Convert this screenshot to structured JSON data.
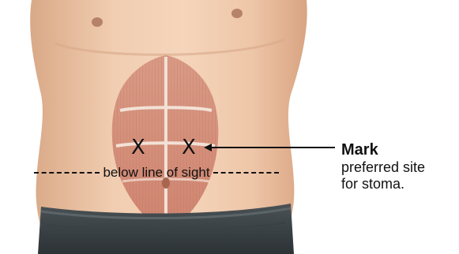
{
  "markers": {
    "left": "X",
    "right": "X"
  },
  "sight_line": {
    "label": "below line of sight"
  },
  "callout": {
    "title": "Mark",
    "line1": "preferred site",
    "line2": "for stoma."
  }
}
